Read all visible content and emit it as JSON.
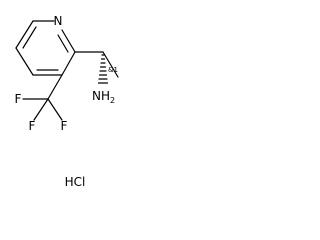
{
  "molecule": {
    "ring_nitrogen": "N",
    "amine_main": "NH",
    "amine_sub": "2",
    "stereo_label": "&1",
    "fluorine_top": "F",
    "fluorine_left": "F",
    "fluorine_right": "F",
    "salt": "HCl"
  },
  "colors": {
    "ink": "#000000",
    "background": "#ffffff"
  }
}
